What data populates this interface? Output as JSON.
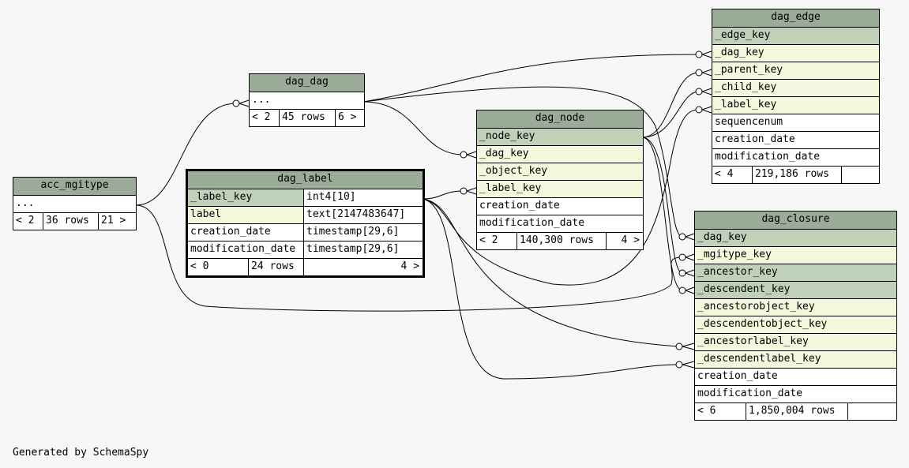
{
  "tables": {
    "dag_edge": {
      "name": "dag_edge",
      "columns": [
        {
          "name": "_edge_key"
        },
        {
          "name": "_dag_key"
        },
        {
          "name": "_parent_key"
        },
        {
          "name": "_child_key"
        },
        {
          "name": "_label_key"
        },
        {
          "name": "sequencenum"
        },
        {
          "name": "creation_date"
        },
        {
          "name": "modification_date"
        }
      ],
      "footer": {
        "parents": "< 4",
        "rows": "219,186 rows",
        "children": ""
      }
    },
    "dag_dag": {
      "name": "dag_dag",
      "columns": [
        {
          "name": "..."
        }
      ],
      "footer": {
        "parents": "< 2",
        "rows": "45 rows",
        "children": "6 >"
      }
    },
    "dag_node": {
      "name": "dag_node",
      "columns": [
        {
          "name": "_node_key"
        },
        {
          "name": "_dag_key"
        },
        {
          "name": "_object_key"
        },
        {
          "name": "_label_key"
        },
        {
          "name": "creation_date"
        },
        {
          "name": "modification_date"
        }
      ],
      "footer": {
        "parents": "< 2",
        "rows": "140,300 rows",
        "children": "4 >"
      }
    },
    "acc_mgitype": {
      "name": "acc_mgitype",
      "columns": [
        {
          "name": "..."
        }
      ],
      "footer": {
        "parents": "< 2",
        "rows": "36 rows",
        "children": "21 >"
      }
    },
    "dag_label": {
      "name": "dag_label",
      "columns": [
        {
          "name": "_label_key",
          "type": "int4[10]"
        },
        {
          "name": "label",
          "type": "text[2147483647]"
        },
        {
          "name": "creation_date",
          "type": "timestamp[29,6]"
        },
        {
          "name": "modification_date",
          "type": "timestamp[29,6]"
        }
      ],
      "footer": {
        "parents": "< 0",
        "rows": "24 rows",
        "children": "4 >"
      }
    },
    "dag_closure": {
      "name": "dag_closure",
      "columns": [
        {
          "name": "_dag_key"
        },
        {
          "name": "_mgitype_key"
        },
        {
          "name": "_ancestor_key"
        },
        {
          "name": "_descendent_key"
        },
        {
          "name": "_ancestorobject_key"
        },
        {
          "name": "_descendentobject_key"
        },
        {
          "name": "_ancestorlabel_key"
        },
        {
          "name": "_descendentlabel_key"
        },
        {
          "name": "creation_date"
        },
        {
          "name": "modification_date"
        }
      ],
      "footer": {
        "parents": "< 6",
        "rows": "1,850,004 rows",
        "children": ""
      }
    }
  },
  "footer_text": "Generated by SchemaSpy"
}
